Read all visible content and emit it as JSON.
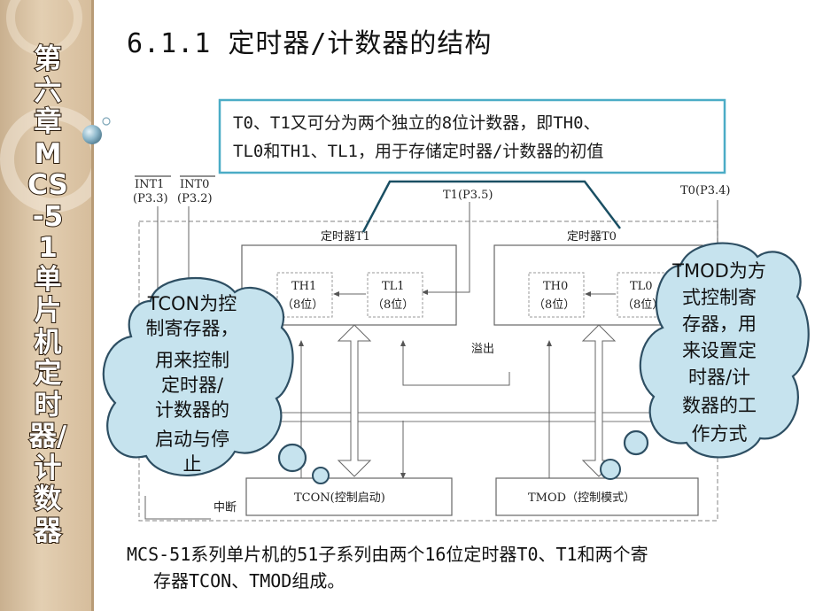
{
  "sidebar": {
    "chapter_title": "第六章 MCS-51单片机定时器/计数器"
  },
  "slide": {
    "title": "6.1.1 定时器/计数器的结构",
    "caption_line1": "MCS-51系列单片机的51子系列由两个16位定时器T0、T1和两个寄",
    "caption_line2": "存器TCON、TMOD组成。"
  },
  "diagram": {
    "pins": {
      "int1": "INT1",
      "int1_port": "(P3.3)",
      "int0": "INT0",
      "int0_port": "(P3.2)",
      "t1": "T1(P3.5)",
      "t0": "T0(P3.4)"
    },
    "timer1_label": "定时器T1",
    "timer0_label": "定时器T0",
    "registers": {
      "th1": "TH1",
      "tl1": "TL1",
      "th0": "TH0",
      "tl0": "TL0",
      "bits": "（8位）"
    },
    "overflow_label": "溢出",
    "interrupt_label": "中断",
    "tcon_box": "TCON(控制启动)",
    "tmod_box": "TMOD（控制模式）"
  },
  "callouts": {
    "note_line1": "T0、T1又可分为两个独立的8位计数器，即TH0、",
    "note_line2": "TL0和TH1、TL1，用于存储定时器/计数器的初值",
    "left_cloud": [
      "TCON为控",
      "制寄存器，",
      "用来控制",
      "定时器/",
      "计数器的",
      "启动与停",
      "止"
    ],
    "right_cloud": [
      "TMOD为方",
      "式控制寄",
      "存器，用",
      "来设置定",
      "时器/计",
      "数器的工",
      "作方式"
    ]
  },
  "colors": {
    "sidebar": "#d9c2a3",
    "note_border": "#4bacc6",
    "cloud_fill": "#c6e3ee",
    "cloud_stroke": "#2e4f63",
    "diagram_line": "#8a8a8a"
  }
}
